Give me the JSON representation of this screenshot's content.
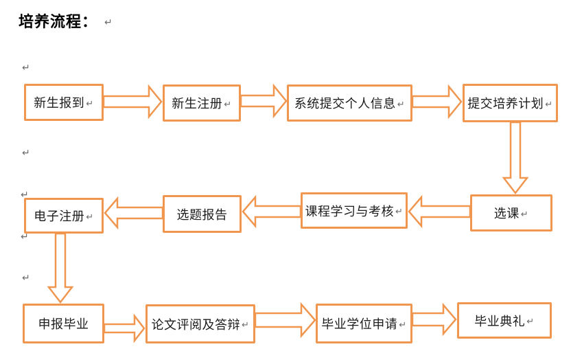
{
  "title": "培养流程：",
  "marks": {
    "pilcrow": "↵"
  },
  "colors": {
    "accent_orange": "#F0964F",
    "box_fill": "#FFFFFF",
    "text": "#1B1B1B",
    "formatting_mark": "#6B6B6B"
  },
  "steps": {
    "checkin": {
      "label": "新生报到",
      "has_mark": true
    },
    "register": {
      "label": "新生注册",
      "has_mark": true
    },
    "personal_info": {
      "label": "系统提交个人信息",
      "has_mark": true
    },
    "training_plan": {
      "label": "提交培养计划",
      "has_mark": true
    },
    "course_select": {
      "label": "选课",
      "has_mark": true
    },
    "course_study": {
      "label": "课程学习与考核",
      "has_mark": true
    },
    "topic_report": {
      "label": "选题报告",
      "has_mark": false
    },
    "e_register": {
      "label": "电子注册",
      "has_mark": true
    },
    "apply_graduation": {
      "label": "申报毕业",
      "has_mark": false
    },
    "thesis_defense": {
      "label": "论文评阅及答辩",
      "has_mark": true
    },
    "degree_apply": {
      "label": "毕业学位申请",
      "has_mark": true
    },
    "ceremony": {
      "label": "毕业典礼",
      "has_mark": true
    }
  },
  "flow_order": [
    {
      "direction": "left-to-right",
      "steps": [
        "新生报到",
        "新生注册",
        "系统提交个人信息",
        "提交培养计划"
      ]
    },
    {
      "direction": "right-to-left",
      "steps": [
        "选课",
        "课程学习与考核",
        "选题报告",
        "电子注册"
      ]
    },
    {
      "direction": "left-to-right",
      "steps": [
        "申报毕业",
        "论文评阅及答辩",
        "毕业学位申请",
        "毕业典礼"
      ]
    }
  ]
}
